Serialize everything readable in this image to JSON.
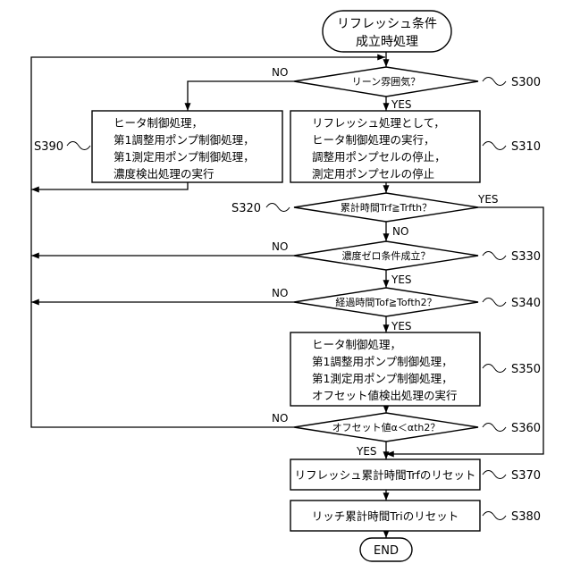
{
  "colors": {
    "line": "#000000",
    "background": "#ffffff"
  },
  "start": {
    "lines": [
      "リフレッシュ条件",
      "成立時処理"
    ]
  },
  "steps": {
    "s300": {
      "id": "S300",
      "text": "リーン雰囲気？",
      "yes": "YES",
      "no": "NO"
    },
    "s310": {
      "id": "S310",
      "lines": [
        "リフレッシュ処理として，",
        "ヒータ制御処理の実行，",
        "調整用ポンプセルの停止，",
        "測定用ポンプセルの停止"
      ]
    },
    "s390": {
      "id": "S390",
      "lines": [
        "ヒータ制御処理，",
        "第1調整用ポンプ制御処理，",
        "第1測定用ポンプ制御処理，",
        "濃度検出処理の実行"
      ]
    },
    "s320": {
      "id": "S320",
      "text": "累計時間Trf≧Trfth？",
      "yes": "YES",
      "no": "NO"
    },
    "s330": {
      "id": "S330",
      "text": "濃度ゼロ条件成立？",
      "yes": "YES",
      "no": "NO"
    },
    "s340": {
      "id": "S340",
      "text": "経過時間Tof≧Tofth2？",
      "yes": "YES",
      "no": "NO"
    },
    "s350": {
      "id": "S350",
      "lines": [
        "ヒータ制御処理，",
        "第1調整用ポンプ制御処理，",
        "第1測定用ポンプ制御処理，",
        "オフセット値検出処理の実行"
      ]
    },
    "s360": {
      "id": "S360",
      "text": "オフセット値α＜αth2？",
      "yes": "YES",
      "no": "NO"
    },
    "s370": {
      "id": "S370",
      "text": "リフレッシュ累計時間Trfのリセット"
    },
    "s380": {
      "id": "S380",
      "text": "リッチ累計時間Triのリセット"
    }
  },
  "end": {
    "text": "END"
  }
}
